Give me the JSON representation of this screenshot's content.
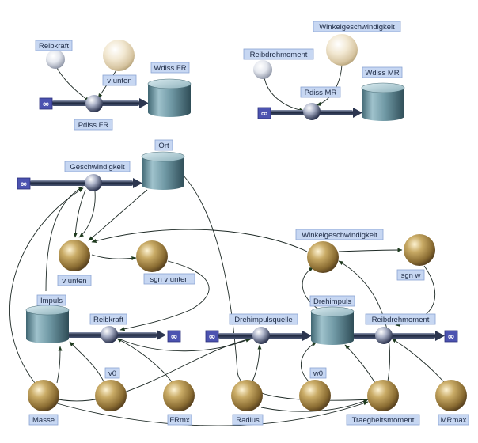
{
  "colors": {
    "label_bg": "#c7d7f2",
    "cloud_bg": "#4c53b0",
    "pipe": "#25324b",
    "link": "#1e2a26",
    "aux_gold": "#a88a4a",
    "aux_pale": "#e6d9bd",
    "stock": "#6e97a4"
  },
  "cloud_symbol": "∞",
  "diagram": {
    "reibkraft_small": "Reibkraft",
    "v_unten_small": "v unten",
    "pdiss_fr": "Pdiss FR",
    "wdiss_fr": "Wdiss FR",
    "reibdrehmoment_small": "Reibdrehmoment",
    "winkelgeschw_small": "Winkelgeschwindigkeit",
    "pdiss_mr": "Pdiss MR",
    "wdiss_mr": "Wdiss MR",
    "ort": "Ort",
    "geschwindigkeit": "Geschwindigkeit",
    "v_unten": "v unten",
    "sgn_v_unten": "sgn v unten",
    "winkelgeschwindigkeit": "Winkelgeschwindigkeit",
    "sgn_w": "sgn w",
    "impuls": "Impuls",
    "reibkraft": "Reibkraft",
    "drehimpulsquelle": "Drehimpulsquelle",
    "drehimpuls": "Drehimpuls",
    "reibdrehmoment": "Reibdrehmoment",
    "v0": "v0",
    "w0": "w0",
    "masse": "Masse",
    "frmx": "FRmx",
    "radius": "Radius",
    "traegheitsmoment": "Traegheitsmoment",
    "mrmax": "MRmax"
  }
}
